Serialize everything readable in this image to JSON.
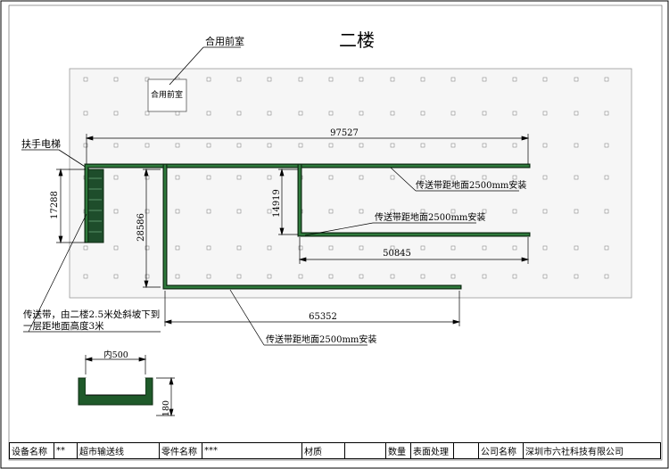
{
  "title": "二楼",
  "room_label": "合用前室",
  "room_callout": "合用前室",
  "escalator_label": "扶手电梯",
  "dims": {
    "top_length": "97527",
    "left_height": "17288",
    "mid_height": "28586",
    "inner_height": "14919",
    "middle_length": "50845",
    "bottom_length": "65352",
    "inner_width": "内500",
    "section_height": "180"
  },
  "notes": {
    "belt_top": "传送带距地面2500mm安装",
    "belt_mid": "传送带距地面2500mm安装",
    "belt_bottom": "传送带距地面2500mm安装",
    "slope_line1": "传送带，由二楼2.5米处斜坡下到",
    "slope_line2": "一层距地面高度3米"
  },
  "title_block": {
    "equipment_label": "设备名称",
    "equipment_value": "**",
    "equipment_name": "超市输送线",
    "part_label": "零件名称",
    "part_value": "***",
    "material_label": "材质",
    "quantity_label": "数量",
    "surface_label": "表面处理",
    "company_label": "公司名称",
    "company_value": "深圳市六社科技有限公司"
  },
  "colors": {
    "belt": "#1f5a2a",
    "belt_edge": "#0d2b12",
    "escalator": "#1e4d2b"
  }
}
